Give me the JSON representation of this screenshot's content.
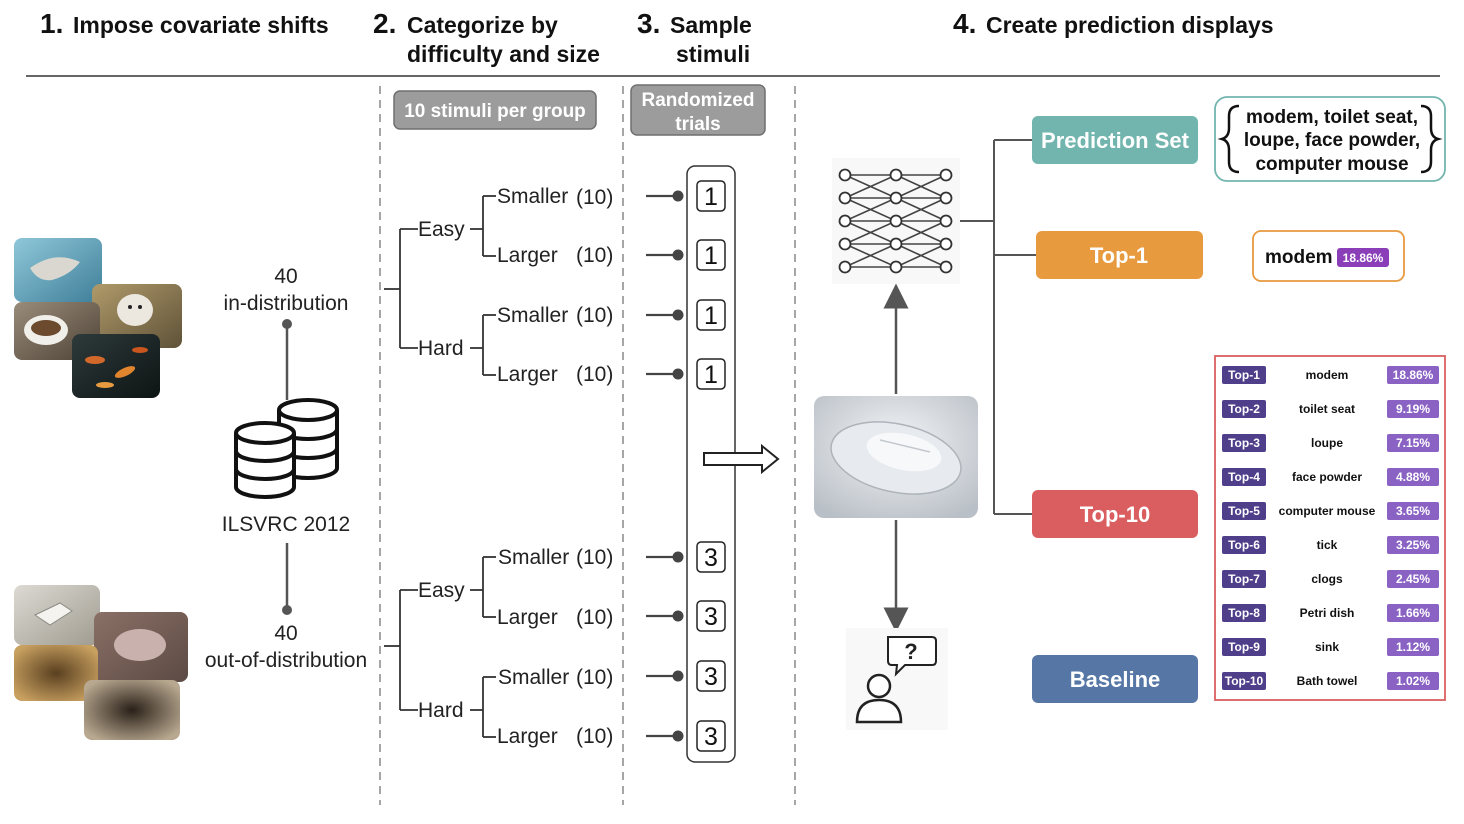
{
  "steps": [
    {
      "num": "1.",
      "line1": "Impose covariate shifts",
      "line2": ""
    },
    {
      "num": "2.",
      "line1": "Categorize by",
      "line2": "difficulty and size"
    },
    {
      "num": "3.",
      "line1": "Sample",
      "line2": "stimuli"
    },
    {
      "num": "4.",
      "line1": "Create prediction displays",
      "line2": ""
    }
  ],
  "dataset": {
    "in_count": "40",
    "in_label": "in-distribution",
    "name": "ILSVRC 2012",
    "out_count": "40",
    "out_label": "out-of-distribution"
  },
  "groups_badge": "10 stimuli per group",
  "trials_badge": {
    "line1": "Randomized",
    "line2": "trials"
  },
  "difficulty": {
    "easy": "Easy",
    "hard": "Hard"
  },
  "size": {
    "smaller": "Smaller",
    "larger": "Larger",
    "count": "(10)"
  },
  "trial_numbers": {
    "in_dist": "1",
    "out_dist": "3"
  },
  "displays": {
    "prediction_set": "Prediction Set",
    "top1": "Top-1",
    "top10": "Top-10",
    "baseline": "Baseline"
  },
  "prediction_set_items": {
    "line1": "modem, toilet seat,",
    "line2": "loupe, face powder,",
    "line3": "computer mouse"
  },
  "top1_example": {
    "label": "modem",
    "prob": "18.86%"
  },
  "top10_table": [
    {
      "rank": "Top-1",
      "label": "modem",
      "prob": "18.86%"
    },
    {
      "rank": "Top-2",
      "label": "toilet seat",
      "prob": "9.19%"
    },
    {
      "rank": "Top-3",
      "label": "loupe",
      "prob": "7.15%"
    },
    {
      "rank": "Top-4",
      "label": "face powder",
      "prob": "4.88%"
    },
    {
      "rank": "Top-5",
      "label": "computer mouse",
      "prob": "3.65%"
    },
    {
      "rank": "Top-6",
      "label": "tick",
      "prob": "3.25%"
    },
    {
      "rank": "Top-7",
      "label": "clogs",
      "prob": "2.45%"
    },
    {
      "rank": "Top-8",
      "label": "Petri dish",
      "prob": "1.66%"
    },
    {
      "rank": "Top-9",
      "label": "sink",
      "prob": "1.12%"
    },
    {
      "rank": "Top-10",
      "label": "Bath towel",
      "prob": "1.02%"
    }
  ],
  "question_mark": "?",
  "colors": {
    "prediction_set": "#72b5ae",
    "top1": "#e89a3e",
    "top10": "#da5e5f",
    "baseline": "#5677a5",
    "badge": "#9c9c9c",
    "rank_tag": "#4f3e8a",
    "prob_tag": "#8a62c4",
    "connector": "#555555"
  },
  "icons": {
    "database": "database-icon",
    "network": "neural-network-icon",
    "user": "user-question-icon"
  }
}
